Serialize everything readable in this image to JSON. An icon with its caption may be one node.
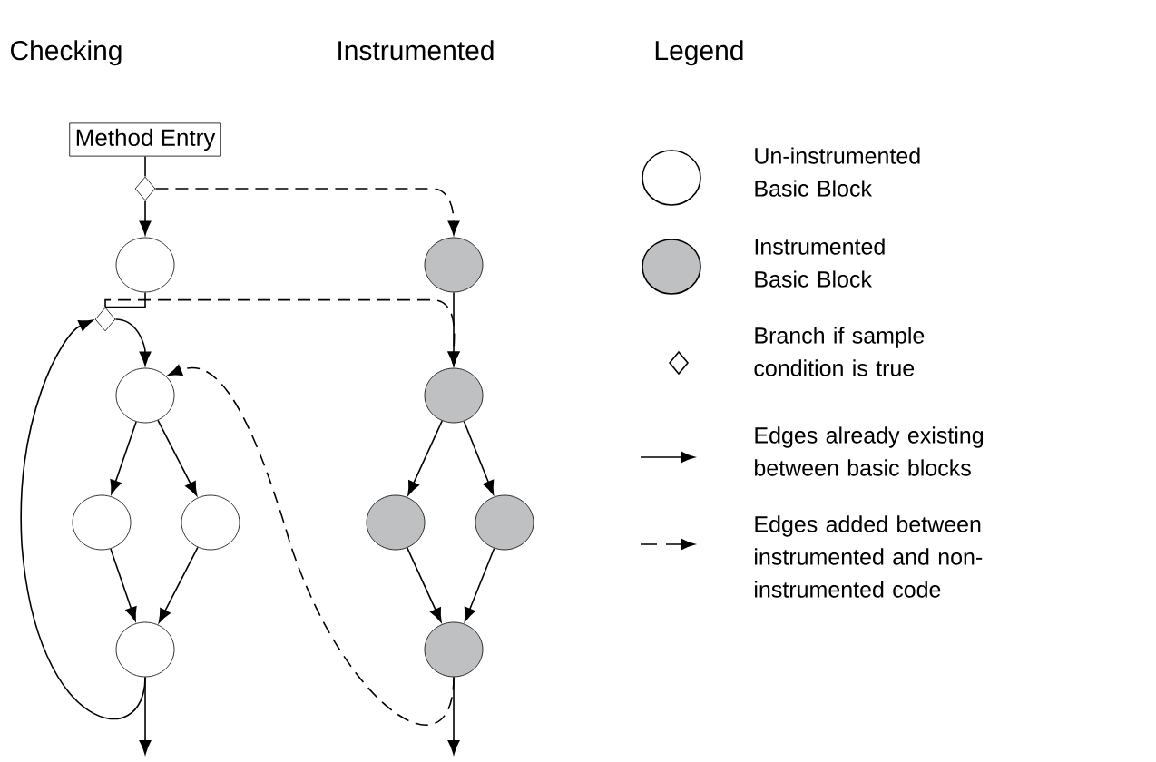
{
  "diagram": {
    "nodes": [
      {
        "text": [
          "Method Entry"
        ]
      },
      {
        "text": [],
        "shape": "diamond"
      },
      {
        "text": [],
        "shape": "circle"
      },
      {
        "text": [],
        "shape": "diamond"
      },
      {
        "text": [],
        "shape": "circle"
      },
      {
        "text": [],
        "shape": "circle"
      },
      {
        "text": [],
        "shape": "circle"
      },
      {
        "text": [],
        "shape": "circle"
      },
      {
        "text": [],
        "shape": "circle"
      },
      {
        "text": [],
        "shape": "circle"
      },
      {
        "text": [],
        "shape": "circle"
      },
      {
        "text": [],
        "shape": "circle"
      },
      {
        "text": [],
        "shape": "circle"
      }
    ],
    "edges": [
      {
        "from": 0,
        "to": 1,
        "arrow": "none"
      },
      {
        "from": 1,
        "to": 2,
        "arrow": "to"
      },
      {
        "from": 1,
        "to": 8,
        "arrow": "to",
        "style": "dashed"
      },
      {
        "from": 2,
        "to": 3,
        "arrow": "none"
      },
      {
        "from": 3,
        "to": 4,
        "arrow": "to"
      },
      {
        "from": 3,
        "to": 9,
        "arrow": "to",
        "style": "dashed"
      },
      {
        "from": 4,
        "to": 5,
        "arrow": "to"
      },
      {
        "from": 4,
        "to": 6,
        "arrow": "to"
      },
      {
        "from": 5,
        "to": 7,
        "arrow": "to"
      },
      {
        "from": 6,
        "to": 7,
        "arrow": "to"
      },
      {
        "from": 7,
        "to": 3,
        "arrow": "to"
      },
      {
        "from": 7,
        "to": null,
        "arrow": "to"
      },
      {
        "from": 8,
        "to": 9,
        "arrow": "to"
      },
      {
        "from": 9,
        "to": 10,
        "arrow": "to"
      },
      {
        "from": 9,
        "to": 11,
        "arrow": "to"
      },
      {
        "from": 10,
        "to": 12,
        "arrow": "to"
      },
      {
        "from": 11,
        "to": 12,
        "arrow": "to"
      },
      {
        "from": 12,
        "to": 4,
        "arrow": "to",
        "style": "dashed"
      },
      {
        "from": 12,
        "to": null,
        "arrow": "to"
      }
    ],
    "labels": [
      "Checking",
      "Instrumented",
      "Legend"
    ],
    "legend": [
      {
        "text": "Un-instrumented Basic Block"
      },
      {
        "text": "Instrumented Basic Block"
      },
      {
        "text": "Branch if sample condition is true"
      },
      {
        "text": "Edges already existing between basic blocks"
      },
      {
        "text": "Edges added between instrumented and non-instrumented code"
      }
    ]
  }
}
